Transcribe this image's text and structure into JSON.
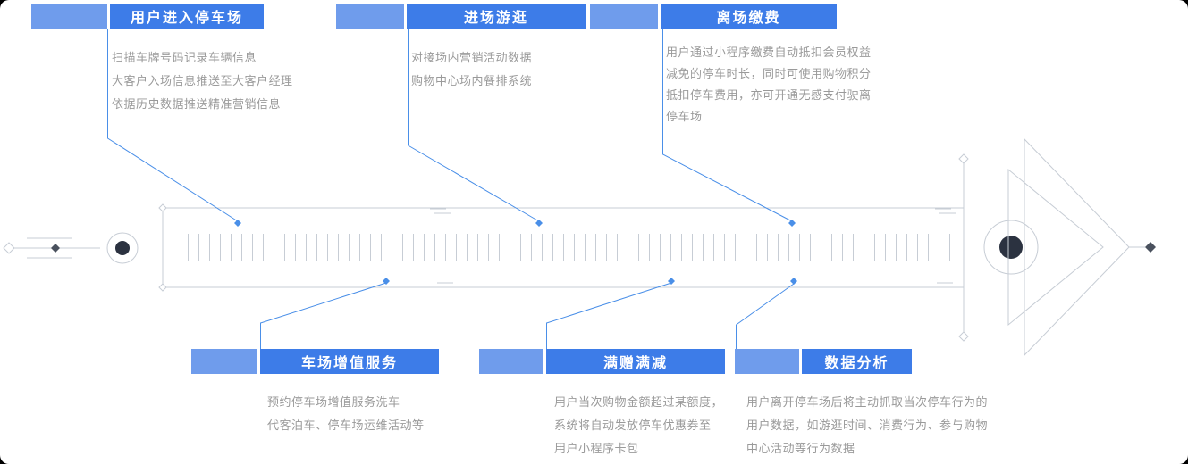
{
  "diagram": {
    "title": "parking-customer-journey",
    "colors": {
      "header_blue": "#3d7ce8",
      "header_light_blue": "#6f9cec",
      "connector_blue": "#4a8fe8",
      "line_gray": "#c7cdd5",
      "node_dark": "#2b3240",
      "text_gray": "#9a9a9a"
    }
  },
  "stages": [
    {
      "id": "enter-parking",
      "label": "用户进入停车场",
      "position": "top",
      "lines": [
        "扫描车牌号码记录车辆信息",
        "大客户入场信息推送至大客户经理",
        "依据历史数据推送精准营销信息"
      ]
    },
    {
      "id": "browse-mall",
      "label": "进场游逛",
      "position": "top",
      "lines": [
        "对接场内营销活动数据",
        "购物中心场内餐排系统"
      ]
    },
    {
      "id": "exit-payment",
      "label": "离场缴费",
      "position": "top",
      "lines": [
        "用户通过小程序缴费自动抵扣会员权益",
        "减免的停车时长，同时可使用购物积分",
        "抵扣停车费用，亦可开通无感支付驶离",
        "停车场"
      ]
    },
    {
      "id": "value-added-services",
      "label": "车场增值服务",
      "position": "bottom",
      "lines": [
        "预约停车场增值服务洗车",
        "代客泊车、停车场运维活动等"
      ]
    },
    {
      "id": "spend-rewards",
      "label": "满赠满减",
      "position": "bottom",
      "lines": [
        "用户当次购物金额超过某额度，",
        "系统将自动发放停车优惠券至",
        "用户小程序卡包"
      ]
    },
    {
      "id": "data-analysis",
      "label": "数据分析",
      "position": "bottom",
      "lines": [
        "用户离开停车场后将主动抓取当次停车行为的",
        "用户数据，如游逛时间、消费行为、参与购物",
        "中心活动等行为数据"
      ]
    }
  ]
}
